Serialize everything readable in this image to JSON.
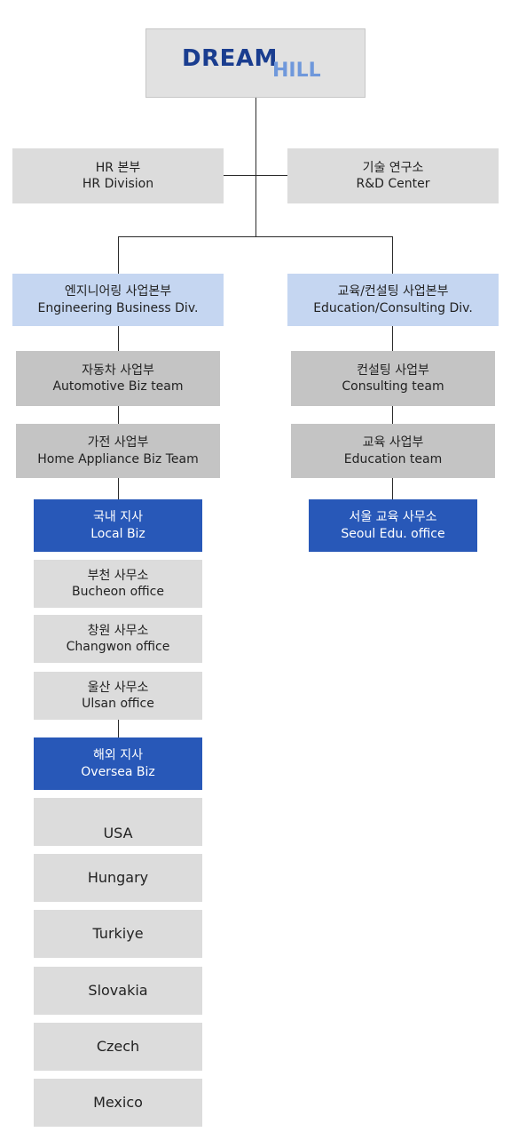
{
  "logo": {
    "part1": "DREAM",
    "part2": "HILL"
  },
  "top_units": [
    {
      "ko": "HR 본부",
      "en": "HR Division"
    },
    {
      "ko": "기술 연구소",
      "en": "R&D Center"
    }
  ],
  "divisions": [
    {
      "ko": "엔지니어링 사업본부",
      "en": "Engineering Business Div."
    },
    {
      "ko": "교육/컨설팅 사업본부",
      "en": "Education/Consulting Div."
    }
  ],
  "engineering": {
    "teams": [
      {
        "ko": "자동차 사업부",
        "en": "Automotive Biz team"
      },
      {
        "ko": "가전 사업부",
        "en": "Home Appliance Biz Team"
      }
    ],
    "local": {
      "ko": "국내 지사",
      "en": "Local Biz"
    },
    "local_offices": [
      {
        "ko": "부천 사무소",
        "en": "Bucheon office"
      },
      {
        "ko": "창원 사무소",
        "en": "Changwon office"
      },
      {
        "ko": "울산 사무소",
        "en": "Ulsan office"
      }
    ],
    "overseas": {
      "ko": "해외 지사",
      "en": "Oversea Biz"
    },
    "countries": [
      "USA",
      "Hungary",
      "Turkiye",
      "Slovakia",
      "Czech",
      "Mexico"
    ]
  },
  "education": {
    "teams": [
      {
        "ko": "컨설팅 사업부",
        "en": "Consulting team"
      },
      {
        "ko": "교육 사업부",
        "en": "Education team"
      }
    ],
    "office": {
      "ko": "서울 교육 사무소",
      "en": "Seoul Edu. office"
    }
  },
  "colors": {
    "light_box": "#dcdcdc",
    "mid_box": "#c4c4c4",
    "division_box": "#c5d6f1",
    "branch_box": "#2858b8",
    "logo_dark": "#1a3d8f",
    "logo_light": "#6f98db",
    "connector": "#2b2b2b"
  }
}
